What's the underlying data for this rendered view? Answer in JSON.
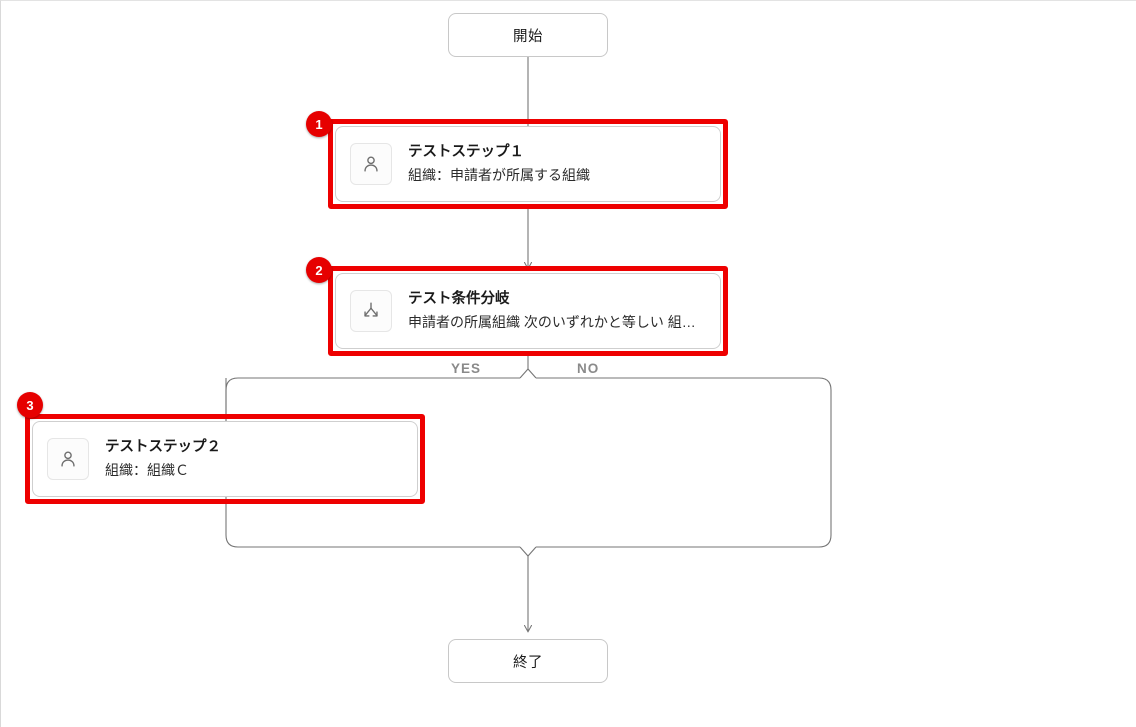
{
  "diagram": {
    "type": "workflow-flowchart",
    "language": "ja",
    "accent_color": "#e60000",
    "node_border_color": "#cfcfcf",
    "edge_color": "#767676",
    "branch_label_color": "#8a8a8a"
  },
  "start_node": {
    "label": "開始",
    "shape": "rounded-rect"
  },
  "end_node": {
    "label": "終了",
    "shape": "rounded-rect"
  },
  "steps": [
    {
      "badge": "1",
      "icon": "person-icon",
      "title": "テストステップ１",
      "subtitle": "組織：申請者が所属する組織",
      "highlighted": true
    },
    {
      "badge": "2",
      "icon": "branch-split-icon",
      "title": "テスト条件分岐",
      "subtitle": "申請者の所属組織 次のいずれかと等しい 組…",
      "highlighted": true
    },
    {
      "badge": "3",
      "icon": "person-icon",
      "title": "テストステップ２",
      "subtitle": "組織：組織Ｃ",
      "highlighted": true
    }
  ],
  "branches": {
    "yes_label": "YES",
    "no_label": "NO"
  }
}
